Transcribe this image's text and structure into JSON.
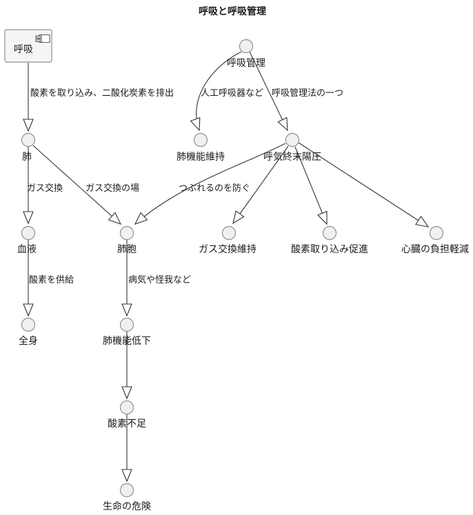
{
  "title": "呼吸と呼吸管理",
  "colors": {
    "background": "#ffffff",
    "node_fill": "#f0f0f0",
    "node_stroke": "#909090",
    "box_fill": "#f5f5f5",
    "box_stroke": "#909090",
    "edge_line": "#333333",
    "arrow_fill": "#ffffff",
    "text": "#1a1a1a"
  },
  "box": {
    "label": "呼吸",
    "icon": "uml-component-icon"
  },
  "nodes": {
    "breathing_mgmt": {
      "label": "呼吸管理"
    },
    "lung": {
      "label": "肺"
    },
    "lung_function_maintain": {
      "label": "肺機能維持"
    },
    "peep": {
      "label": "呼気終末陽圧"
    },
    "blood": {
      "label": "血液"
    },
    "alveoli": {
      "label": "肺胞"
    },
    "gas_exchange_maintain": {
      "label": "ガス交換維持"
    },
    "oxygen_uptake_promotion": {
      "label": "酸素取り込み促進"
    },
    "heart_burden_reduction": {
      "label": "心臓の負担軽減"
    },
    "whole_body": {
      "label": "全身"
    },
    "lung_function_decline": {
      "label": "肺機能低下"
    },
    "oxygen_deficiency": {
      "label": "酸素不足"
    },
    "life_danger": {
      "label": "生命の危険"
    }
  },
  "edges": [
    {
      "from": "呼吸",
      "to": "肺",
      "label": "酸素を取り込み、二酸化炭素を排出"
    },
    {
      "from": "呼吸管理",
      "to": "肺機能維持",
      "label": "人工呼吸器など"
    },
    {
      "from": "呼吸管理",
      "to": "呼気終末陽圧",
      "label": "呼吸管理法の一つ"
    },
    {
      "from": "肺",
      "to": "血液",
      "label": "ガス交換"
    },
    {
      "from": "肺",
      "to": "肺胞",
      "label": "ガス交換の場"
    },
    {
      "from": "呼気終末陽圧",
      "to": "肺胞",
      "label": "つぶれるのを防ぐ"
    },
    {
      "from": "呼気終末陽圧",
      "to": "ガス交換維持",
      "label": ""
    },
    {
      "from": "呼気終末陽圧",
      "to": "酸素取り込み促進",
      "label": ""
    },
    {
      "from": "呼気終末陽圧",
      "to": "心臓の負担軽減",
      "label": ""
    },
    {
      "from": "血液",
      "to": "全身",
      "label": "酸素を供給"
    },
    {
      "from": "肺胞",
      "to": "肺機能低下",
      "label": "病気や怪我など"
    },
    {
      "from": "肺機能低下",
      "to": "酸素不足",
      "label": ""
    },
    {
      "from": "酸素不足",
      "to": "生命の危険",
      "label": ""
    }
  ]
}
